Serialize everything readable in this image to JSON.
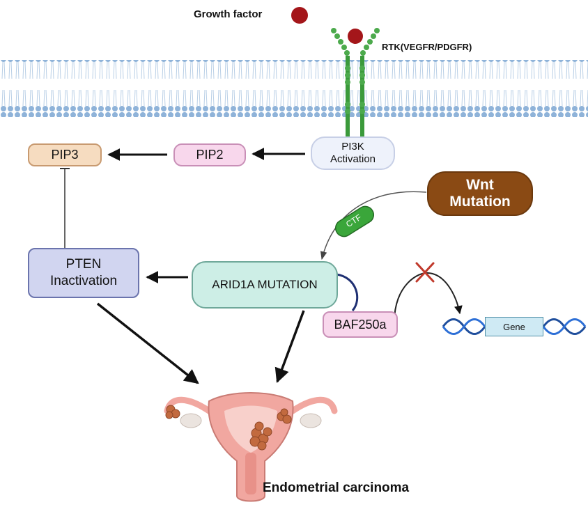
{
  "labels": {
    "growth_factor": "Growth factor",
    "rtk": "RTK(VEGFR/PDGFR)",
    "pi3k": "PI3K\nActivation",
    "pip2": "PIP2",
    "pip3": "PIP3",
    "wnt": "Wnt\nMutation",
    "ctf": "CTF",
    "pten": "PTEN\nInactivation",
    "arid1a": "ARID1A MUTATION",
    "baf250a": "BAF250a",
    "gene": "Gene",
    "endometrial": "Endometrial carcinoma"
  },
  "colors": {
    "membrane_head": "#8fb3d9",
    "receptor": "#3b9a3b",
    "growth_factor": "#a4161a",
    "wnt": "#8a4a14",
    "ctf": "#3aa63a",
    "inhibit_x": "#c0392b",
    "dna": "#1f4e9c",
    "uterus": "#f1a7a0",
    "tumor": "#c26a3f"
  },
  "icons": [
    "growth-factor-ball",
    "rtk-receptor",
    "cell-membrane",
    "dna-helix",
    "uterus-illustration",
    "inhibition-x"
  ]
}
